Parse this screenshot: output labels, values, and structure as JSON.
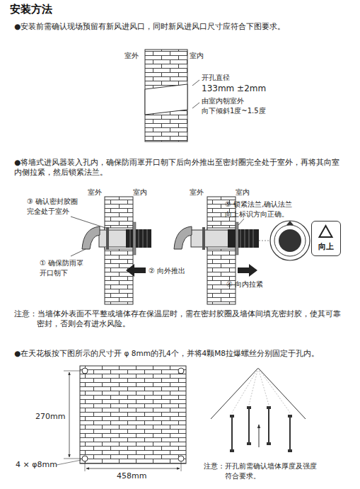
{
  "diagram": {
    "title": "安装方法",
    "nodes": [
      {
        "text": [
          "向上"
        ]
      }
    ],
    "edges": [],
    "labels": [
      "●安装前需确认现场预留有新风进风口，同时新风进风口尺寸应符合下图要求。",
      "室外",
      "室内",
      "开孔直径",
      "133mm ±2mm",
      "由室内朝室外 向下倾斜1度~1.5度",
      "●将墙式进风器装入孔内，确保防雨罩开口朝下后向外推出至密封圈完全处于室外，再将其向室内侧拉紧，然后锁紧法兰。",
      "室外",
      "室内",
      "③ 确认密封胶圈 完全处于室外",
      "① 确保防雨罩 开口朝下",
      "② 向外推出",
      "室外",
      "室内",
      "⑤ 锁紧法兰,确认法兰 向上标识方向正确。",
      "④ 向内拉紧",
      "注意：当墙体外表面不平整或墙体存在保温层时，需在密封胶圈及墙体间填充密封胶，使其可靠密封，否则会有进水风险。",
      "●在天花板按下图所示的尺寸开 φ 8mm的孔4个，并将4颗M8拉爆螺丝分别固定于孔内。",
      "270mm",
      "4 × φ8mm",
      "458mm",
      "注意：开孔前需确认墙体厚度及强度 符合要求。"
    ]
  }
}
